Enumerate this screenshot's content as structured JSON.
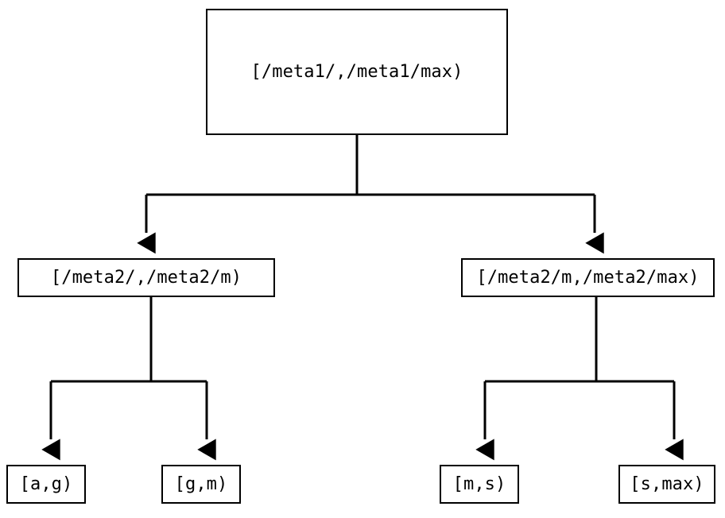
{
  "diagram": {
    "type": "tree",
    "title": "",
    "orientation": "top-down",
    "colors": {
      "background": "#ffffff",
      "node_border": "#000000",
      "node_fill": "#ffffff",
      "edge": "#000000",
      "text": "#000000"
    },
    "nodes": [
      {
        "id": "root",
        "label": "[/meta1/,/meta1/max)",
        "level": 0
      },
      {
        "id": "meta2-lo",
        "label": "[/meta2/,/meta2/m)",
        "level": 1
      },
      {
        "id": "meta2-hi",
        "label": "[/meta2/m,/meta2/max)",
        "level": 1
      },
      {
        "id": "leaf-ag",
        "label": "[a,g)",
        "level": 2
      },
      {
        "id": "leaf-gm",
        "label": "[g,m)",
        "level": 2
      },
      {
        "id": "leaf-ms",
        "label": "[m,s)",
        "level": 2
      },
      {
        "id": "leaf-smax",
        "label": "[s,max)",
        "level": 2
      }
    ],
    "edges": [
      {
        "from": "root",
        "to": "meta2-lo",
        "arrow": "triangle"
      },
      {
        "from": "root",
        "to": "meta2-hi",
        "arrow": "triangle"
      },
      {
        "from": "meta2-lo",
        "to": "leaf-ag",
        "arrow": "triangle"
      },
      {
        "from": "meta2-lo",
        "to": "leaf-gm",
        "arrow": "triangle"
      },
      {
        "from": "meta2-hi",
        "to": "leaf-ms",
        "arrow": "triangle"
      },
      {
        "from": "meta2-hi",
        "to": "leaf-smax",
        "arrow": "triangle"
      }
    ]
  }
}
